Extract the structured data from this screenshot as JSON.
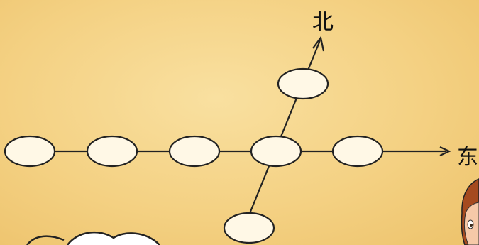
{
  "top_text": "",
  "directions": {
    "north": "北",
    "east": "东"
  },
  "colors": {
    "background": "#f4d183",
    "node_fill": "#fff8e6",
    "stroke": "#222222"
  },
  "diagram": {
    "type": "direction-map",
    "nodes": [
      {
        "id": "w1",
        "text": ""
      },
      {
        "id": "w2",
        "text": ""
      },
      {
        "id": "w3",
        "text": ""
      },
      {
        "id": "center",
        "text": ""
      },
      {
        "id": "e1",
        "text": ""
      },
      {
        "id": "north-node",
        "text": ""
      },
      {
        "id": "south-node",
        "text": ""
      }
    ]
  }
}
